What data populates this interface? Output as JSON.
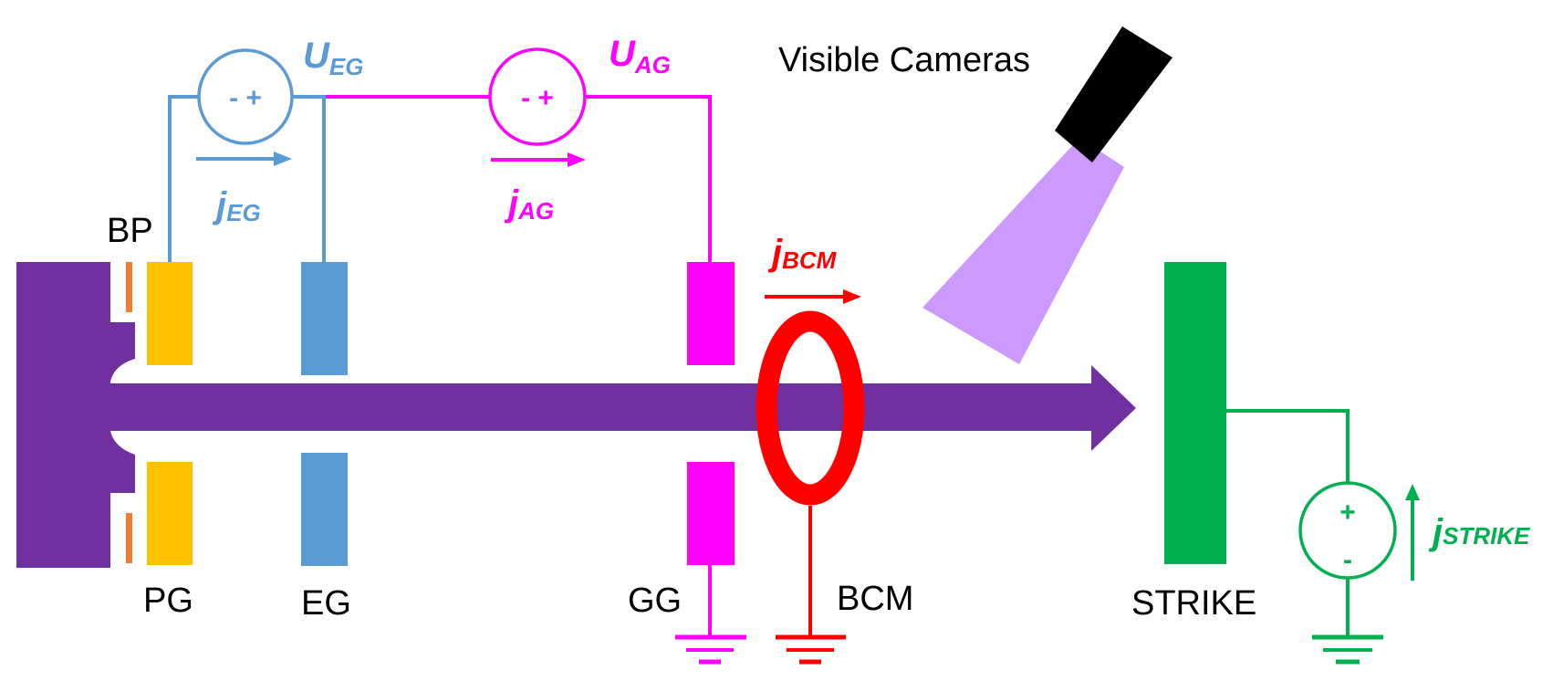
{
  "labels": {
    "visible_cameras": "Visible Cameras",
    "bp": "BP",
    "pg": "PG",
    "eg": "EG",
    "gg": "GG",
    "bcm": "BCM",
    "strike": "STRIKE"
  },
  "currents": {
    "j_eg": {
      "main": "j",
      "sub": "EG"
    },
    "j_ag": {
      "main": "j",
      "sub": "AG"
    },
    "j_bcm": {
      "main": "j",
      "sub": "BCM"
    },
    "j_strike": {
      "main": "j",
      "sub": "STRIKE"
    }
  },
  "voltages": {
    "u_eg": {
      "main": "U",
      "sub": "EG"
    },
    "u_ag": {
      "main": "U",
      "sub": "AG"
    }
  },
  "sources": {
    "eg_signs": "- +",
    "ag_signs": "- +",
    "strike_plus": "+",
    "strike_minus": "-"
  },
  "colors": {
    "beam": "#7030a0",
    "plasma_grid": "#ffc000",
    "bias_plate": "#ed7d31",
    "extraction_grid": "#5b9bd5",
    "grounded_grid": "#ff00ff",
    "bcm": "#ff0000",
    "strike": "#00b050",
    "camera": "#000000",
    "camera_cone": "#cc99ff"
  }
}
